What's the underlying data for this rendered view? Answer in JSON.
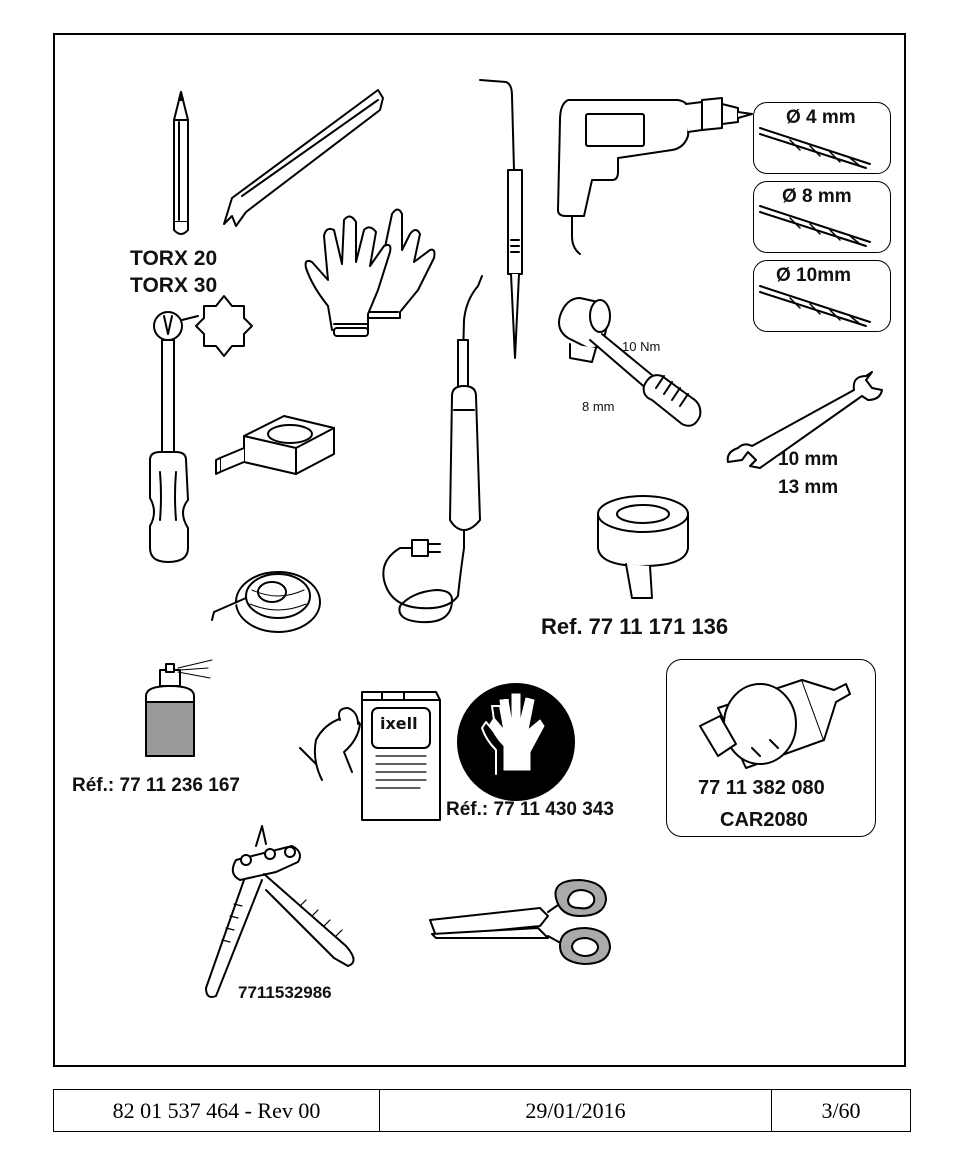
{
  "labels": {
    "torx20": "TORX 20",
    "torx30": "TORX 30",
    "drill4": "Ø 4 mm",
    "drill8": "Ø 8 mm",
    "drill10": "Ø 10mm",
    "torque_nm": "10 Nm",
    "torque_mm": "8 mm",
    "wrench1": "10 mm",
    "wrench2": "13 mm",
    "tape_ref": "Ref. 77 11 171 136",
    "spray_ref": "Réf.: 77 11 236 167",
    "gloves_ref": "Réf.: 77 11 430 343",
    "tool_ref1": "77 11 382 080",
    "tool_ref2": "CAR2080",
    "crimper_ref": "7711532986",
    "can_brand": "ixell"
  },
  "footer": {
    "doc_ref": "82 01 537 464  - Rev 00",
    "date": "29/01/2016",
    "page": "3/60"
  },
  "icons": [
    "pencil-icon",
    "trim-tool-icon",
    "gloves-icon",
    "probe-icon",
    "drill-icon",
    "drill-bit-icon",
    "torx-screwdriver-icon",
    "torque-wrench-icon",
    "measuring-tape-icon",
    "soldering-iron-icon",
    "spanner-icon",
    "wire-spool-icon",
    "insulating-tape-icon",
    "spray-can-icon",
    "cleaner-can-icon",
    "wipe-hand-icon",
    "gloves-pictogram-icon",
    "connector-tool-icon",
    "crimping-pliers-icon",
    "scissors-icon"
  ]
}
